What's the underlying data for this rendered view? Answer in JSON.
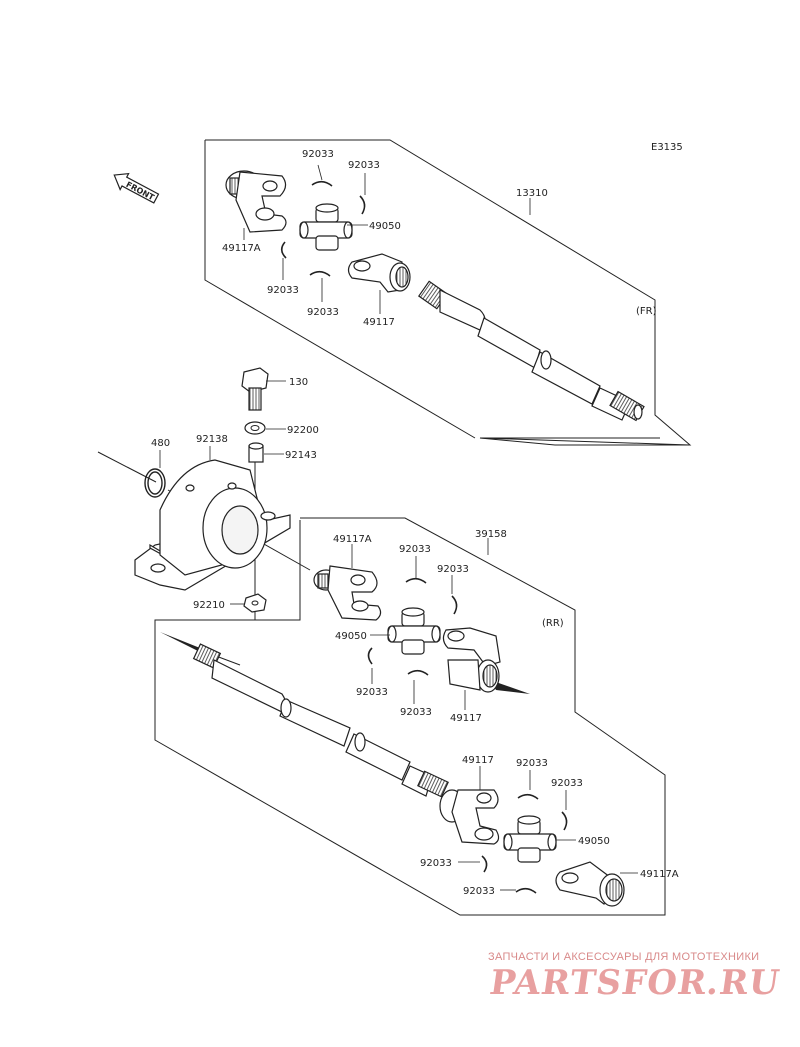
{
  "diagram_code": "E3135",
  "front_label": "FRONT",
  "front_assembly": {
    "tag": "(FR)",
    "shaft_part": "13310",
    "parts": {
      "yoke_a": "49117A",
      "clip_top1": "92033",
      "clip_top2": "92033",
      "cross": "49050",
      "clip_left": "92033",
      "clip_bottom": "92033",
      "yoke": "49117"
    }
  },
  "bearing_assembly": {
    "bolt": "130",
    "washer": "92200",
    "collar": "92143",
    "snap_ring": "480",
    "housing": "92138",
    "nut": "92210"
  },
  "rear_assembly": {
    "tag": "(RR)",
    "shaft_part": "39158",
    "parts": {
      "yoke_a_upper": "49117A",
      "clip_upper1": "92033",
      "clip_upper2": "92033",
      "cross_upper": "49050",
      "clip_upper3": "92033",
      "clip_upper4": "92033",
      "yoke_upper": "49117",
      "yoke_lower": "49117",
      "clip_lower1": "92033",
      "clip_lower2": "92033",
      "cross_lower": "49050",
      "clip_lower3": "92033",
      "clip_lower4": "92033",
      "yoke_a_lower": "49117A"
    }
  },
  "watermark": {
    "caption": "ЗАПЧАСТИ И АКСЕССУАРЫ ДЛЯ МОТОТЕХНИКИ",
    "logo": "PARTSFOR.RU"
  }
}
